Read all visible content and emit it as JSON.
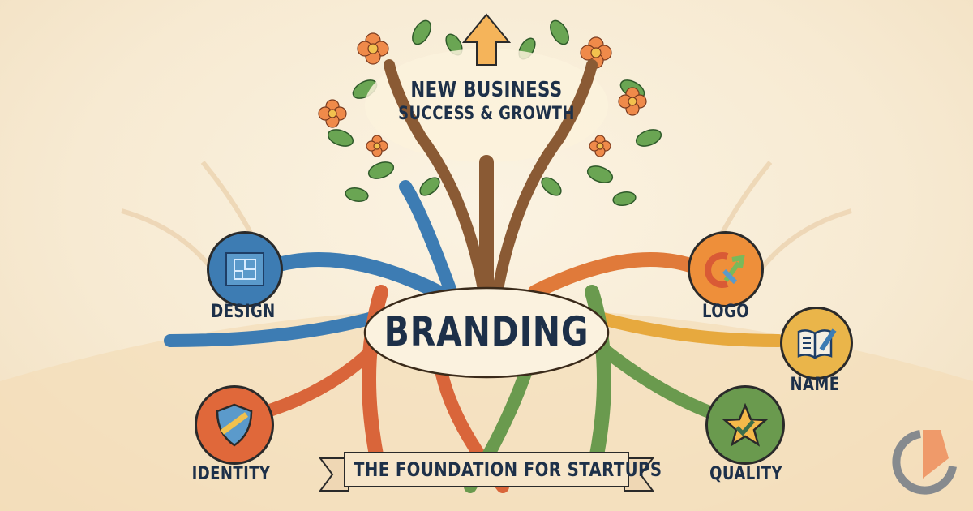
{
  "headline": {
    "line1": "NEW BUSINESS",
    "line2": "SUCCESS & GROWTH",
    "arrow_icon": "up-arrow-icon"
  },
  "center": {
    "title": "BRANDING"
  },
  "banner": {
    "text": "THE FOUNDATION FOR STARTUPS"
  },
  "pillars": [
    {
      "label": "DESIGN",
      "icon": "blueprint-icon",
      "color": "#3d7cb3",
      "side": "left"
    },
    {
      "label": "IDENTITY",
      "icon": "shield-icon",
      "color": "#e0683a",
      "side": "left"
    },
    {
      "label": "LOGO",
      "icon": "logo-arrows-icon",
      "color": "#ee8f3a",
      "side": "right"
    },
    {
      "label": "NAME",
      "icon": "book-pencil-icon",
      "color": "#eab54a",
      "side": "right"
    },
    {
      "label": "QUALITY",
      "icon": "star-check-icon",
      "color": "#6a9a4e",
      "side": "right"
    }
  ],
  "colors": {
    "background": "#f8edd8",
    "text": "#1d3049",
    "trunk_brown": "#8a5a34",
    "root_blue": "#3d7cb3",
    "root_orange": "#d9653a",
    "root_green": "#6a9a4e",
    "root_yellow": "#e7a93e",
    "leaf_green": "#5e9a4a",
    "flower_orange": "#ef8a4a"
  },
  "brand_mark": {
    "icon": "brand-logo-icon"
  }
}
